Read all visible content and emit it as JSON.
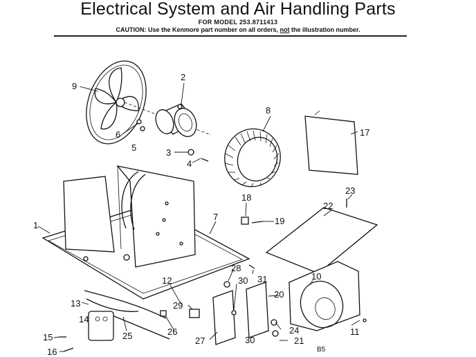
{
  "header": {
    "title": "Electrical System and Air Handling Parts",
    "model_line": "FOR MODEL 253.8711413",
    "caution_prefix": "CAUTION: Use the Kenmore part number on all orders,",
    "caution_not": "not",
    "caution_suffix": "the illustration number."
  },
  "diagram": {
    "page_code": "B5",
    "callouts": [
      "1",
      "2",
      "3",
      "4",
      "5",
      "6",
      "7",
      "8",
      "9",
      "10",
      "11",
      "12",
      "13",
      "14",
      "15",
      "16",
      "17",
      "18",
      "19",
      "20",
      "21",
      "22",
      "23",
      "24",
      "25",
      "26",
      "27",
      "28",
      "29",
      "30",
      "30",
      "31"
    ]
  }
}
